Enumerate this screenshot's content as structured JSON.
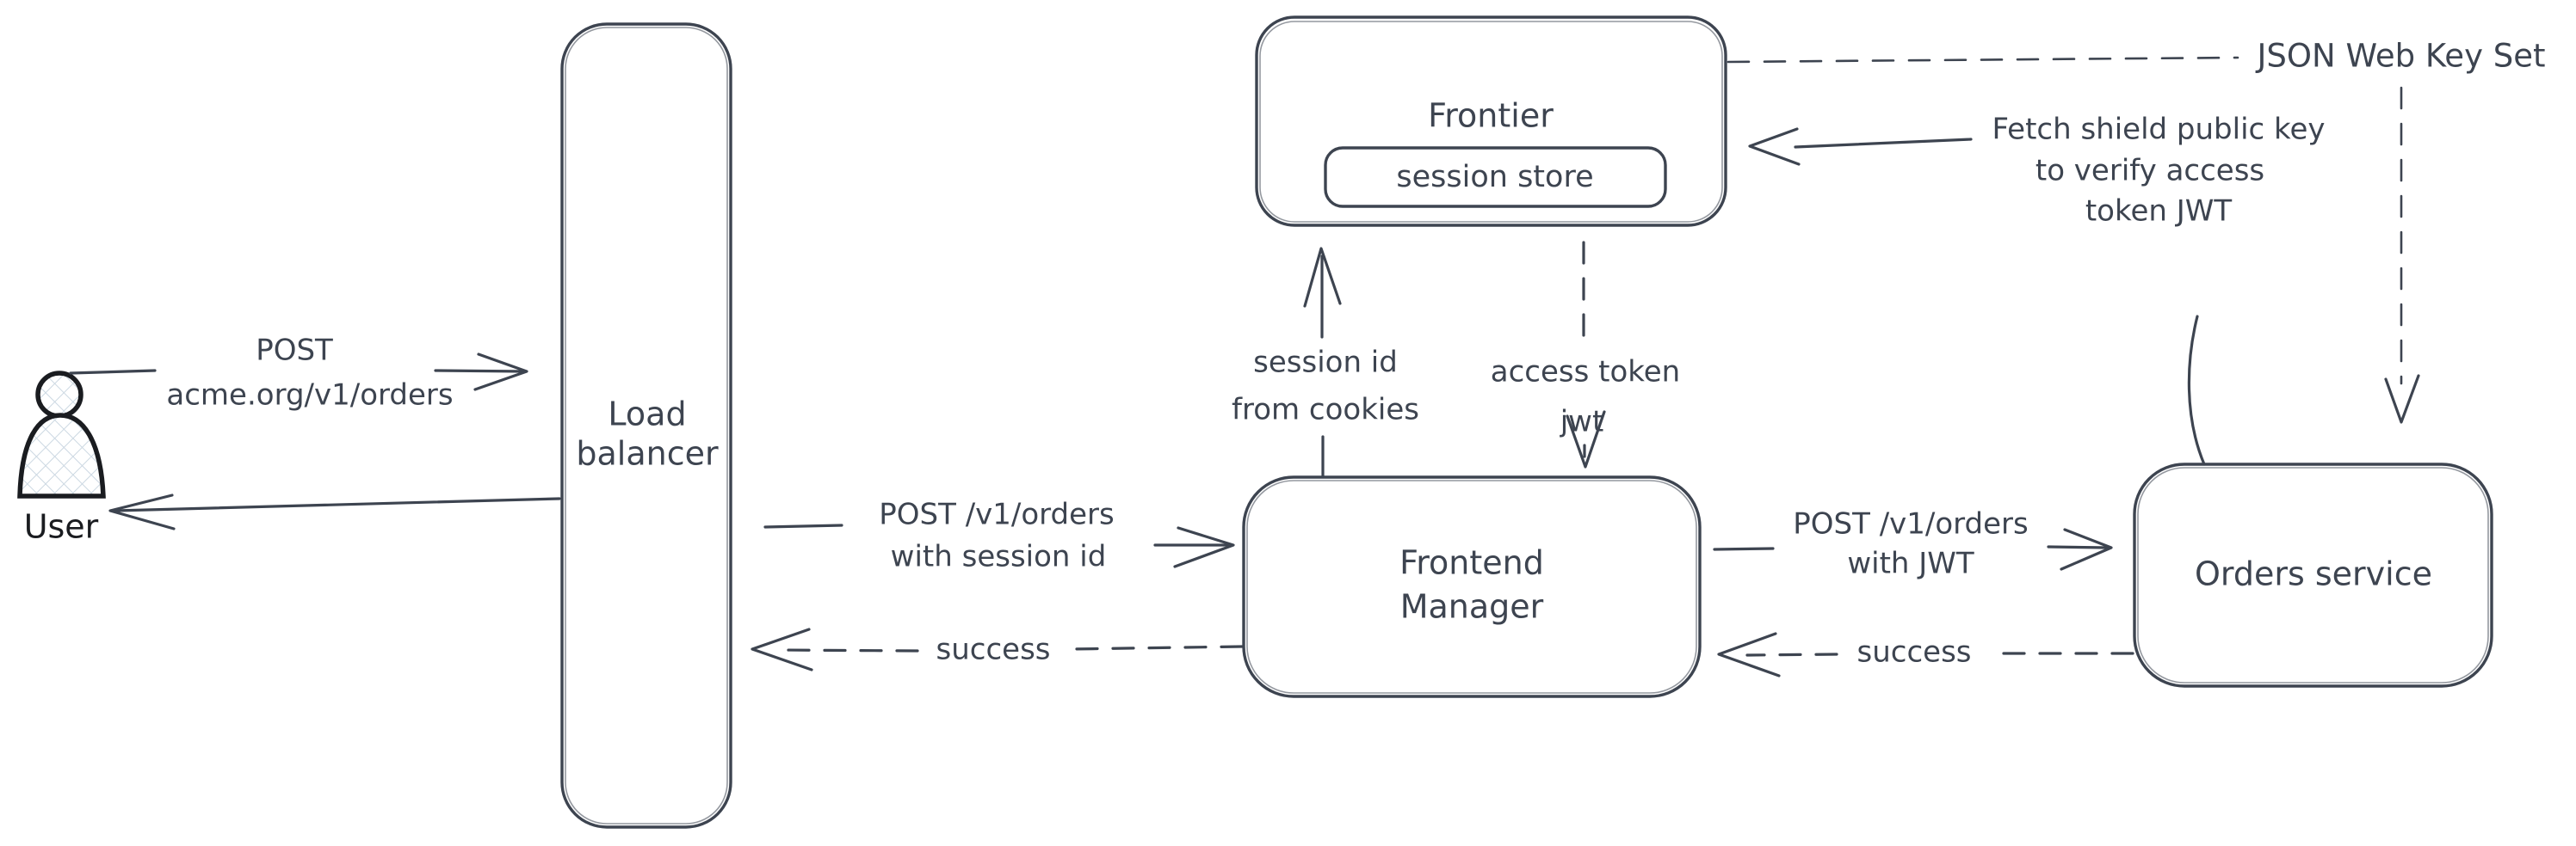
{
  "colors": {
    "stroke": "#3d4450",
    "user_stroke": "#1a1c20",
    "hatch_fill": "#ccd8e2",
    "label_text": "#3d4450",
    "background": "#ffffff"
  },
  "nodes": {
    "user": {
      "label": "User"
    },
    "load_balancer": {
      "label_lines": [
        "Load",
        "balancer"
      ]
    },
    "frontier": {
      "label": "Frontier"
    },
    "session_store": {
      "label": "session store"
    },
    "frontend_manager": {
      "label_lines": [
        "Frontend",
        "Manager"
      ]
    },
    "orders_service": {
      "label": "Orders service"
    }
  },
  "edges": {
    "user_to_load_balancer": {
      "style": "solid",
      "label_lines": [
        "POST",
        "acme.org/v1/orders"
      ]
    },
    "load_balancer_to_user": {
      "style": "solid"
    },
    "load_balancer_to_frontend_manager": {
      "style": "solid",
      "label_lines": [
        "POST /v1/orders",
        "with session id"
      ]
    },
    "frontend_manager_to_load_balancer": {
      "style": "dashed",
      "label": "success"
    },
    "frontend_manager_to_frontier": {
      "style": "solid",
      "label_lines": [
        "session id",
        "from cookies"
      ]
    },
    "frontier_to_frontend_manager": {
      "style": "dashed",
      "label_lines": [
        "access token",
        "jwt"
      ]
    },
    "frontend_manager_to_orders_service": {
      "style": "solid",
      "label_lines": [
        "POST /v1/orders",
        "with JWT"
      ]
    },
    "orders_service_to_frontend_manager": {
      "style": "dashed",
      "label": "success"
    },
    "frontier_to_jwks": {
      "style": "dashed",
      "label": "JSON Web Key Set"
    },
    "orders_service_to_frontier": {
      "style": "solid",
      "label_lines": [
        "Fetch shield public key",
        "to verify access",
        "token JWT"
      ]
    }
  }
}
